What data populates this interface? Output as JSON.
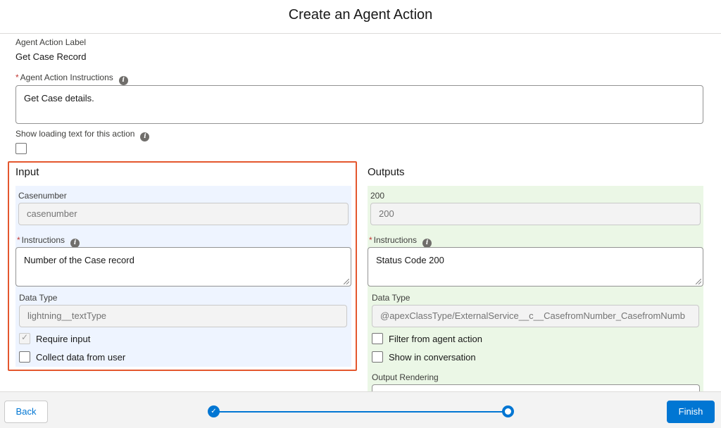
{
  "header": {
    "title": "Create an Agent Action"
  },
  "agent_action_label": {
    "label": "Agent Action Label",
    "value": "Get Case Record"
  },
  "agent_action_instructions": {
    "label": "Agent Action Instructions",
    "value": "Get Case details."
  },
  "loading_text": {
    "label": "Show loading text for this action",
    "checked": false
  },
  "input": {
    "title": "Input",
    "field_label": "Casenumber",
    "field_value": "casenumber",
    "instructions_label": "Instructions",
    "instructions_value": "Number of the Case record",
    "data_type_label": "Data Type",
    "data_type_value": "lightning__textType",
    "require_input_label": "Require input",
    "collect_data_label": "Collect data from user"
  },
  "outputs": {
    "title": "Outputs",
    "field_label": "200",
    "field_value": "200",
    "instructions_label": "Instructions",
    "instructions_value": "Status Code 200",
    "data_type_label": "Data Type",
    "data_type_value": "@apexClassType/ExternalService__c__CasefromNumber_CasefromNumb",
    "filter_label": "Filter from agent action",
    "show_in_conversation_label": "Show in conversation",
    "output_rendering_label": "Output Rendering"
  },
  "footer": {
    "back_label": "Back",
    "finish_label": "Finish"
  },
  "colors": {
    "accent": "#0176d3",
    "highlight": "#e4572e",
    "input_panel": "#eef4ff",
    "output_panel": "#ebf7e6"
  }
}
